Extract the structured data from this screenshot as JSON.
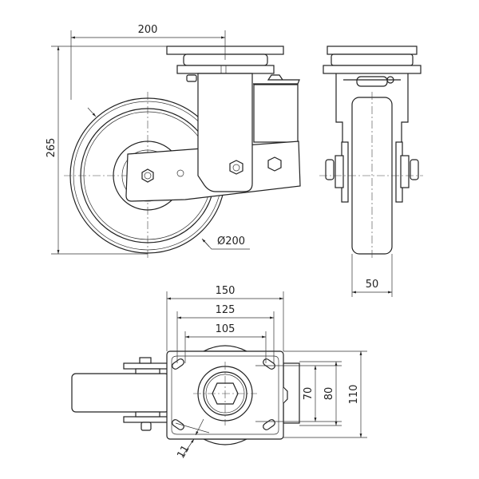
{
  "title": "Swivel shock-absorbing caster technical drawing",
  "side_view": {
    "width_dim": "200",
    "height_dim": "265",
    "wheel_diameter_dim": "Ø200"
  },
  "front_view": {
    "wheel_width_dim": "50"
  },
  "top_view": {
    "plate_length_dim": "150",
    "hole_spacing_outer_dim": "125",
    "hole_spacing_inner_dim": "105",
    "hole_spacing_y_dim": "70",
    "hole_spacing_y_outer_dim": "80",
    "plate_width_dim": "110",
    "slot_dim": "11"
  }
}
